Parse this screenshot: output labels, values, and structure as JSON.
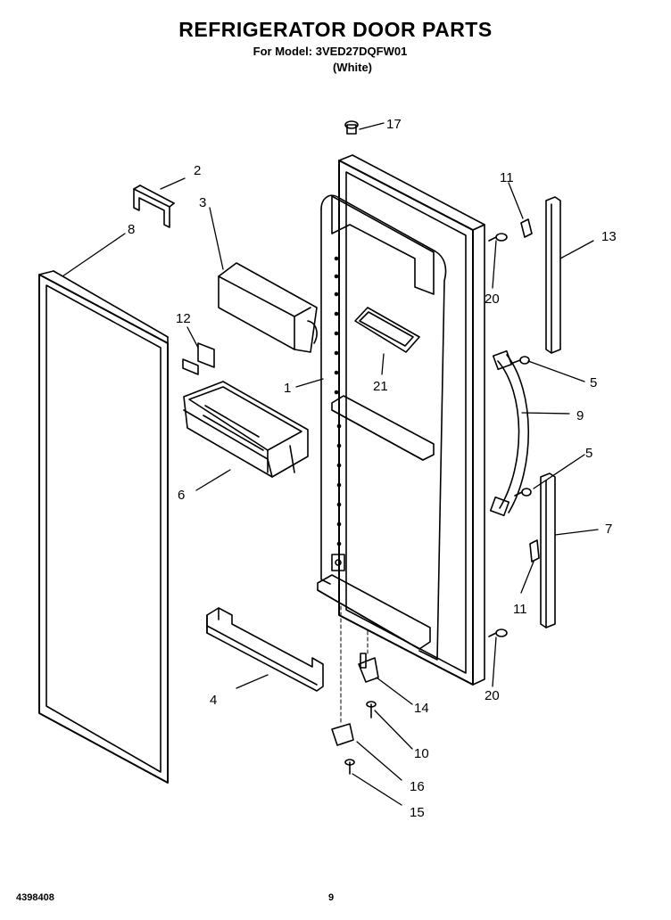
{
  "header": {
    "title": "REFRIGERATOR DOOR PARTS",
    "model_line": "For Model: 3VED27DQFW01",
    "color_line": "(White)"
  },
  "footer": {
    "doc_number": "4398408",
    "page_number": "9"
  },
  "callouts": {
    "c1": "1",
    "c2": "2",
    "c3": "3",
    "c4": "4",
    "c5a": "5",
    "c5b": "5",
    "c6": "6",
    "c7": "7",
    "c8": "8",
    "c9": "9",
    "c10": "10",
    "c11a": "11",
    "c11b": "11",
    "c12": "12",
    "c13": "13",
    "c14": "14",
    "c15": "15",
    "c16": "16",
    "c17": "17",
    "c20a": "20",
    "c20b": "20",
    "c21": "21"
  }
}
